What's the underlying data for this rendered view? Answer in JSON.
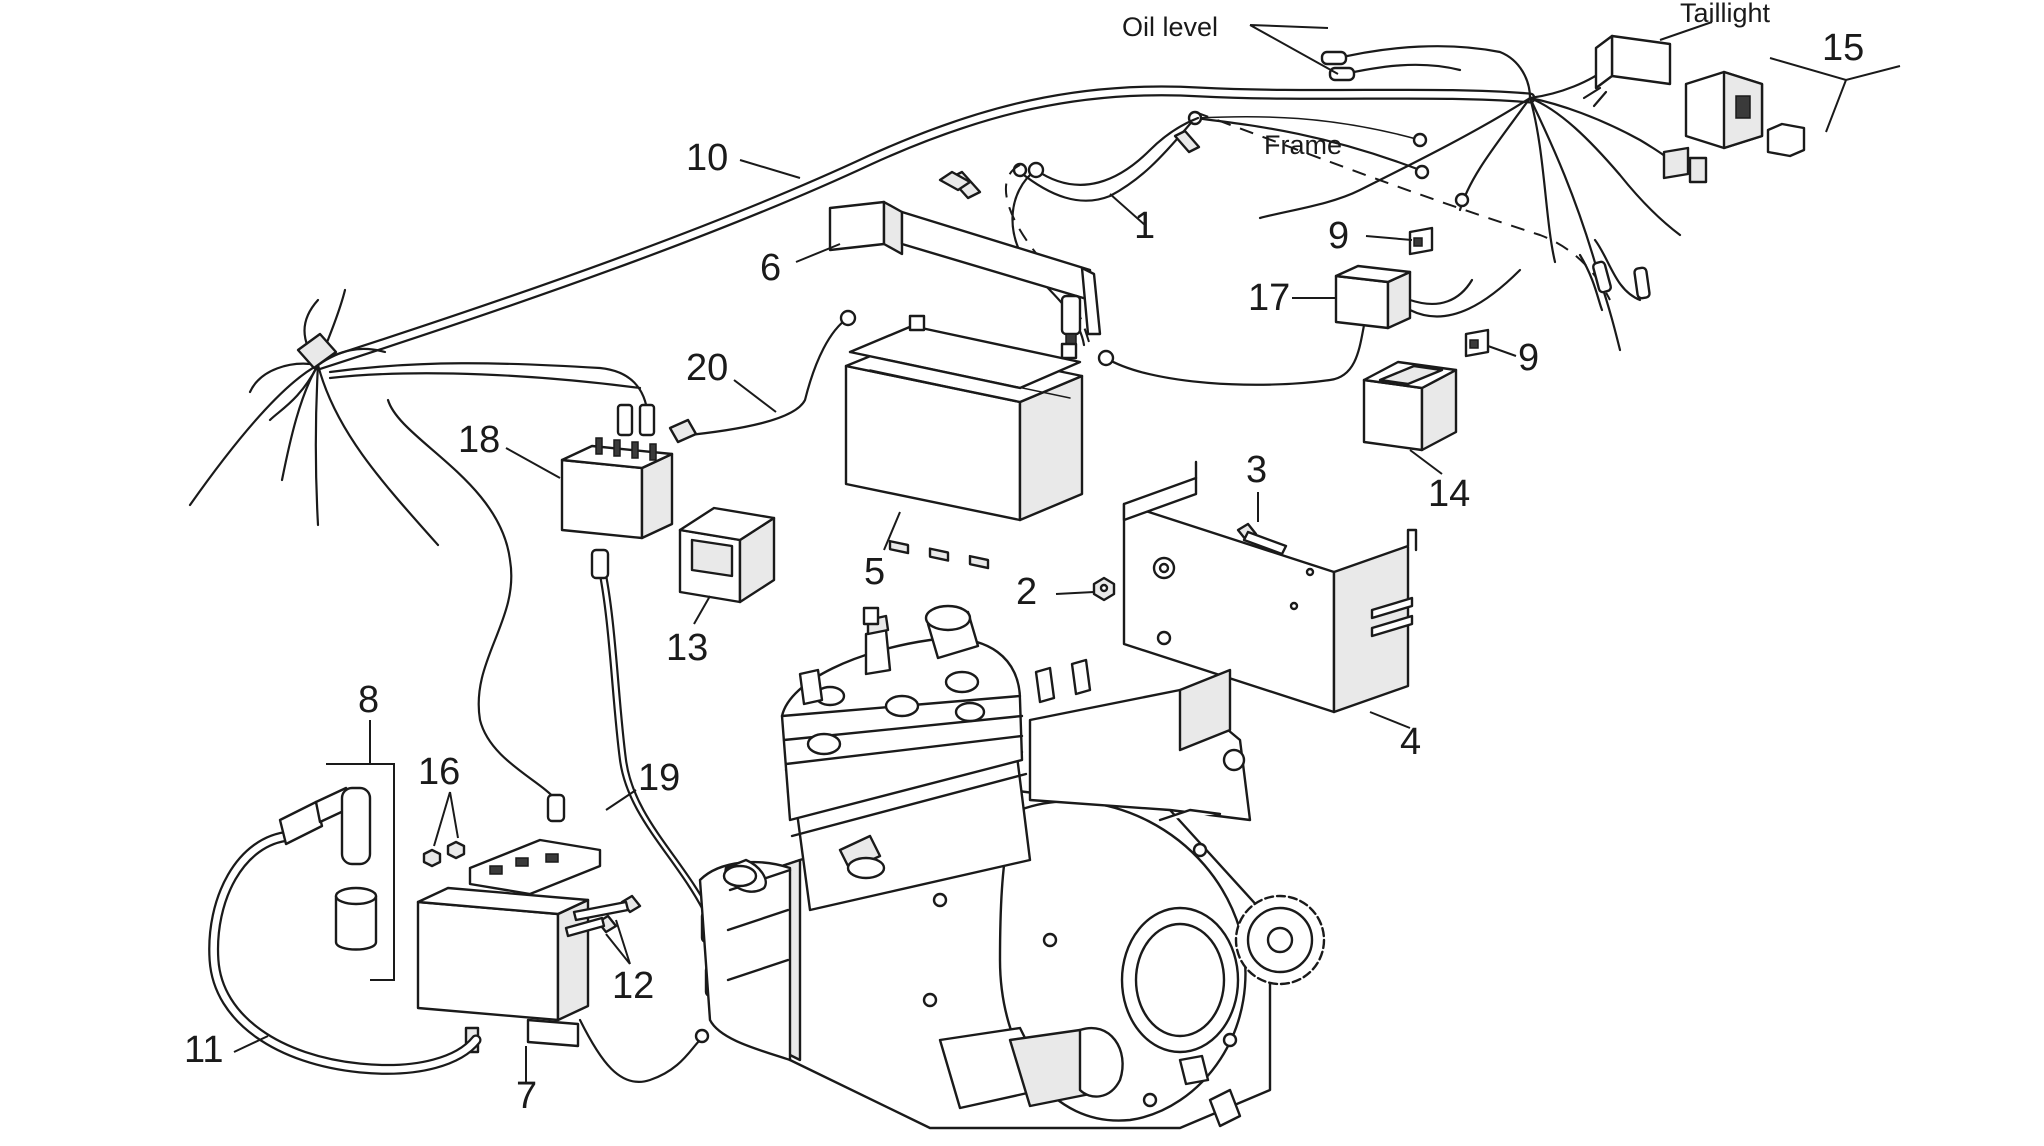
{
  "labels": {
    "oil_level": "Oil level",
    "taillight": "Taillight",
    "frame": "Frame"
  },
  "callouts": {
    "c1": "1",
    "c2": "2",
    "c3": "3",
    "c4": "4",
    "c5": "5",
    "c6": "6",
    "c7": "7",
    "c8": "8",
    "c9a": "9",
    "c9b": "9",
    "c10": "10",
    "c11": "11",
    "c12": "12",
    "c13": "13",
    "c14": "14",
    "c15": "15",
    "c16": "16",
    "c17": "17",
    "c18": "18",
    "c19": "19",
    "c20": "20"
  }
}
